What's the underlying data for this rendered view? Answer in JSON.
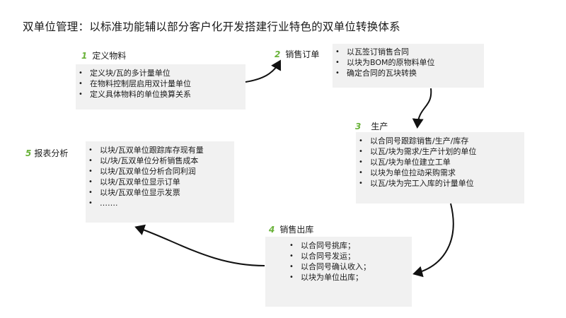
{
  "title": "双单位管理：以标准功能辅以部分客户化开发搭建行业特色的双单位转换体系",
  "bullet_char": "•",
  "accent_color": "#6ab23a",
  "box_color": "#f1f1f1",
  "steps": [
    {
      "num": "1",
      "label": "定义物料",
      "items": [
        "定义块/瓦的多计量单位",
        "在物料控制层启用双计量单位",
        "定义具体物料的单位换算关系"
      ]
    },
    {
      "num": "2",
      "label": "销售订单",
      "items": [
        "以瓦签订销售合同",
        "以块为BOM的原物料单位",
        "确定合同的瓦块转换"
      ]
    },
    {
      "num": "3",
      "label": "生产",
      "items": [
        "以合同号跟踪销售/生产/库存",
        "以瓦/块为需求/生产计划的单位",
        "以瓦/块为单位建立工单",
        "以块为单位拉动采购需求",
        "以瓦/块为完工入库的计量单位"
      ]
    },
    {
      "num": "4",
      "label": "销售出库",
      "items": [
        "以合同号挑库；",
        "以合同号发运；",
        "以合同号确认收入；",
        "以块为单位出库；"
      ]
    },
    {
      "num": "5",
      "label": "报表分析",
      "items": [
        "以块/瓦双单位跟踪库存现有量",
        "以/块/瓦双单位分析销售成本",
        "以块/瓦双单位分析合同利润",
        "以块/瓦双单位显示订单",
        "以块/瓦双单位显示发票",
        "……."
      ]
    }
  ]
}
